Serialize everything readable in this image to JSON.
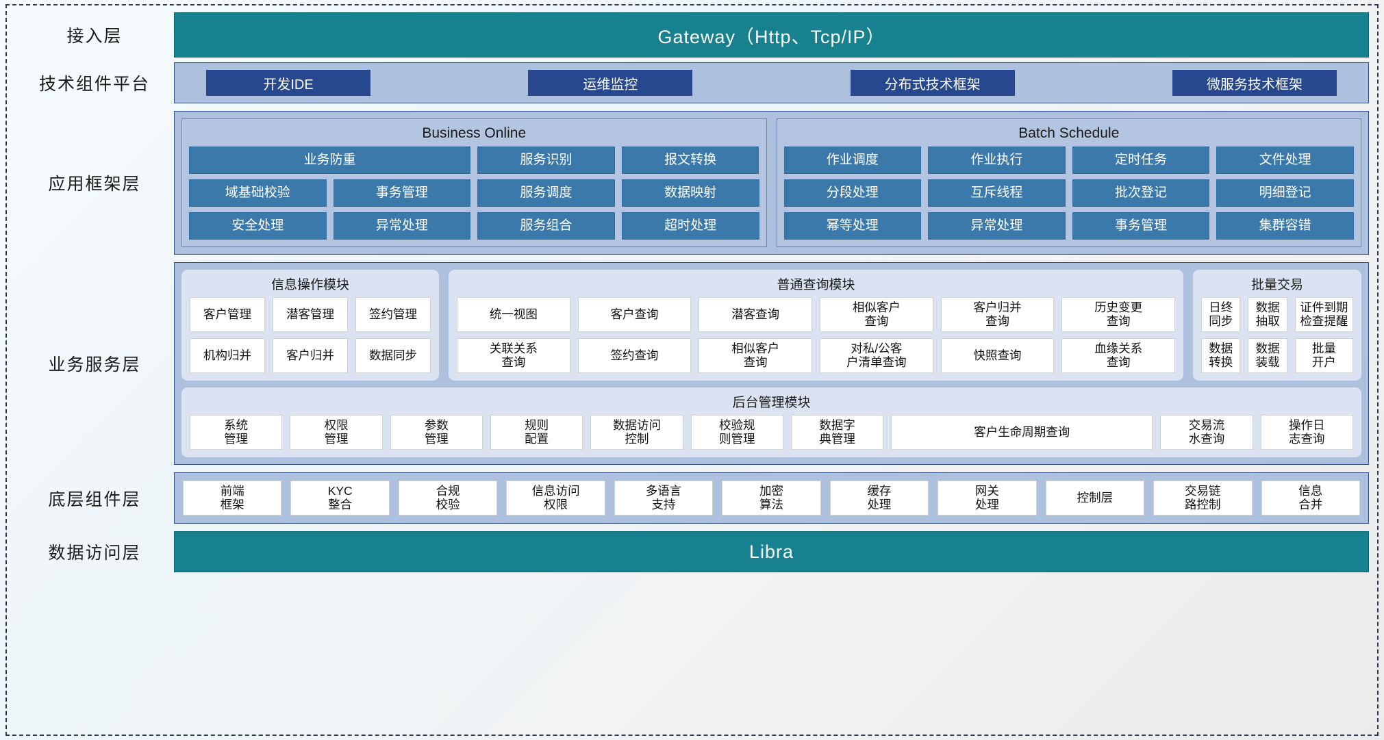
{
  "layers": [
    {
      "id": "access",
      "label": "接入层"
    },
    {
      "id": "tech",
      "label": "技术组件平台"
    },
    {
      "id": "appframe",
      "label": "应用框架层"
    },
    {
      "id": "bizservice",
      "label": "业务服务层"
    },
    {
      "id": "component",
      "label": "底层组件层"
    },
    {
      "id": "dataaccess",
      "label": "数据访问层"
    }
  ],
  "access": {
    "bar_label": "Gateway（Http、Tcp/IP）"
  },
  "tech": {
    "chips": [
      "开发IDE",
      "运维监控",
      "分布式技术框架",
      "微服务技术框架"
    ]
  },
  "appframe": {
    "columns": [
      {
        "title": "Business Online",
        "rows": [
          [
            {
              "label": "业务防重",
              "span": 2
            },
            {
              "label": "服务识别",
              "span": 1
            },
            {
              "label": "报文转换",
              "span": 1
            }
          ],
          [
            {
              "label": "域基础校验",
              "span": 1
            },
            {
              "label": "事务管理",
              "span": 1
            },
            {
              "label": "服务调度",
              "span": 1
            },
            {
              "label": "数据映射",
              "span": 1
            }
          ],
          [
            {
              "label": "安全处理",
              "span": 1
            },
            {
              "label": "异常处理",
              "span": 1
            },
            {
              "label": "服务组合",
              "span": 1
            },
            {
              "label": "超时处理",
              "span": 1
            }
          ]
        ]
      },
      {
        "title": "Batch Schedule",
        "rows": [
          [
            {
              "label": "作业调度",
              "span": 1
            },
            {
              "label": "作业执行",
              "span": 1
            },
            {
              "label": "定时任务",
              "span": 1
            },
            {
              "label": "文件处理",
              "span": 1
            }
          ],
          [
            {
              "label": "分段处理",
              "span": 1
            },
            {
              "label": "互斥线程",
              "span": 1
            },
            {
              "label": "批次登记",
              "span": 1
            },
            {
              "label": "明细登记",
              "span": 1
            }
          ],
          [
            {
              "label": "幂等处理",
              "span": 1
            },
            {
              "label": "异常处理",
              "span": 1
            },
            {
              "label": "事务管理",
              "span": 1
            },
            {
              "label": "集群容错",
              "span": 1
            }
          ]
        ]
      }
    ]
  },
  "bizservice": {
    "modules": {
      "info_operation": {
        "title": "信息操作模块",
        "rows": [
          [
            "客户管理",
            "潜客管理",
            "签约管理"
          ],
          [
            "机构归并",
            "客户归并",
            "数据同步"
          ]
        ]
      },
      "common_query": {
        "title": "普通查询模块",
        "rows": [
          [
            "统一视图",
            "客户查询",
            "潜客查询",
            "相似客户\n查询",
            "客户归并\n查询",
            "历史变更\n查询"
          ],
          [
            "关联关系\n查询",
            "签约查询",
            "相似客户\n查询",
            "对私/公客\n户清单查询",
            "快照查询",
            "血缘关系\n查询"
          ]
        ]
      },
      "batch_trade": {
        "title": "批量交易",
        "rows": [
          [
            "日终\n同步",
            "数据\n抽取",
            "证件到期\n检查提醒"
          ],
          [
            "数据\n转换",
            "数据\n装载",
            "批量\n开户"
          ]
        ]
      },
      "backend_admin": {
        "title": "后台管理模块",
        "items": [
          {
            "label": "系统\n管理",
            "wide": false
          },
          {
            "label": "权限\n管理",
            "wide": false
          },
          {
            "label": "参数\n管理",
            "wide": false
          },
          {
            "label": "规则\n配置",
            "wide": false
          },
          {
            "label": "数据访问\n控制",
            "wide": false
          },
          {
            "label": "校验规\n则管理",
            "wide": false
          },
          {
            "label": "数据字\n典管理",
            "wide": false
          },
          {
            "label": "客户生命周期查询",
            "wide": true
          },
          {
            "label": "交易流\n水查询",
            "wide": false
          },
          {
            "label": "操作日\n志查询",
            "wide": false
          }
        ]
      }
    }
  },
  "component": {
    "items": [
      "前端\n框架",
      "KYC\n整合",
      "合规\n校验",
      "信息访问\n权限",
      "多语言\n支持",
      "加密\n算法",
      "缓存\n处理",
      "网关\n处理",
      "控制层",
      "交易链\n路控制",
      "信息\n合并"
    ]
  },
  "dataaccess": {
    "bar_label": "Libra"
  },
  "colors": {
    "teal": "#17818f",
    "tech_chip": "#27488f",
    "app_chip": "#3b79ab",
    "band": "#adc0dd",
    "module": "#dbe3f2"
  }
}
